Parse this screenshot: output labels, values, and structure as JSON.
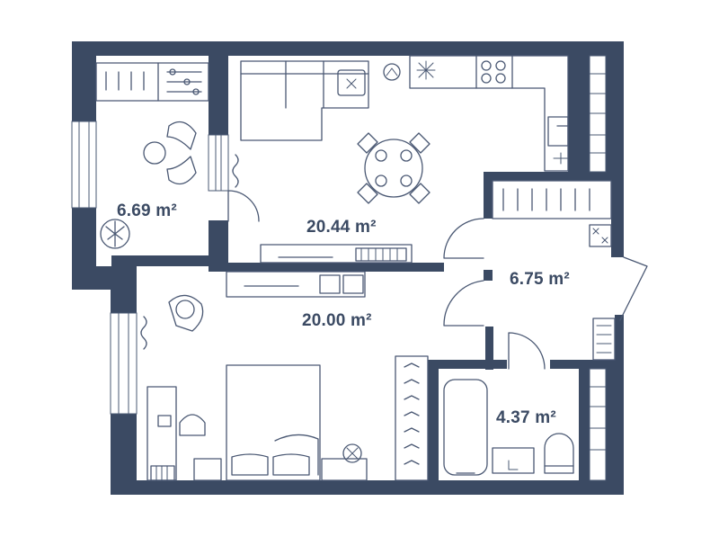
{
  "colors": {
    "wall": "#3b4a63",
    "line": "#4a5873",
    "background": "#ffffff"
  },
  "rooms": [
    {
      "id": "balcony",
      "area_label": "6.69 m²"
    },
    {
      "id": "kitchen-living",
      "area_label": "20.44 m²"
    },
    {
      "id": "hallway",
      "area_label": "6.75 m²"
    },
    {
      "id": "bedroom",
      "area_label": "20.00 m²"
    },
    {
      "id": "bathroom",
      "area_label": "4.37 m²"
    }
  ],
  "icons": [
    "sofa-icon",
    "armchair-icon",
    "dining-table-icon",
    "stove-icon",
    "fridge-icon",
    "sink-icon",
    "bed-icon",
    "desk-icon",
    "wardrobe-icon",
    "bathtub-icon",
    "toilet-icon",
    "plant-icon",
    "tv-icon",
    "door-icon",
    "window-icon"
  ]
}
